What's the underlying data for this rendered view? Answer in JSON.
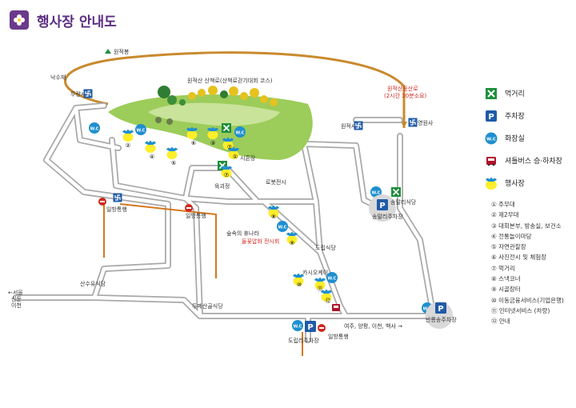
{
  "title": "행사장 안내도",
  "colors": {
    "title": "#5b2d82",
    "road": "#a9a9a9",
    "hill": "#9ccc5a",
    "accent_route": "#c98a2e",
    "parking": "#1f5ba8",
    "food": "#1d8f3c",
    "restroom": "#1f8fcf",
    "shuttle": "#b0122a",
    "event": "#ffee2a"
  },
  "map_labels": {
    "wonjeokbong": "원적봉",
    "naksuje": "낙수재",
    "muryangsa": "무량사",
    "trail": "원적산 산책로(산책로걷기대회 코스)",
    "trail_route_line1": "원적산등산로",
    "trail_route_line2": "(2시간 30분소요)",
    "wonjeoksa": "원적사",
    "yeongwonsa": "영원사",
    "siheomjang": "시흔장",
    "yukgwajeong": "육괴정",
    "robot": "로봇전시",
    "songmal_food": "송말리식당",
    "songmal_parking": "송말리주차장",
    "oneway_left": "일방통행",
    "oneway_mid": "일방통행",
    "oneway_bottom": "일방통행",
    "sup_rest": "숲속의 휴나라",
    "wildflower": "들꽃압화 전시회",
    "dorip_food": "도립식당",
    "kashioke": "카시오케이",
    "sansu": "산수유식당",
    "dumean": "두메산골식당",
    "west_exit_line1": "←서울",
    "west_exit_line2": "신둔",
    "west_exit_line3": "이천",
    "bottom_dirs": "여주, 양평, 이천, 백사 →",
    "dorip_parking": "도립리주차장",
    "banryong_parking": "반룡송주차장"
  },
  "markers": {
    "m1": "①",
    "m2": "②",
    "m3": "③",
    "m4": "④",
    "m5": "⑤",
    "m6": "⑥",
    "m7a": "⑦",
    "m7b": "⑦",
    "m8": "⑧",
    "m9": "⑨",
    "m10": "⑩",
    "m11": "⑪",
    "m12": "⑫",
    "wc": "W.C",
    "parking_p": "P",
    "food_x": "✕",
    "temple": "卍"
  },
  "legend": [
    {
      "icon": "food-icon",
      "label": "먹거리"
    },
    {
      "icon": "parking-icon",
      "label": "주차장"
    },
    {
      "icon": "restroom-icon",
      "label": "화장실"
    },
    {
      "icon": "shuttle-icon",
      "label": "셔틀버스 승·하차장"
    },
    {
      "icon": "event-icon",
      "label": "행사장"
    }
  ],
  "venue_list": [
    "① 주무대",
    "② 제2무대",
    "③ 대회본부, 방송실, 보건소",
    "④ 전통놀이마당",
    "⑤ 자연관찰장",
    "⑥ 사진전시 및 체험장",
    "⑦ 먹거리",
    "⑧ 스낵코너",
    "⑨ 시골장터",
    "⑩ 이동금융서비스(기업은행)",
    "⑪ 인터넷서비스 (차량)",
    "⑫ 안내"
  ]
}
